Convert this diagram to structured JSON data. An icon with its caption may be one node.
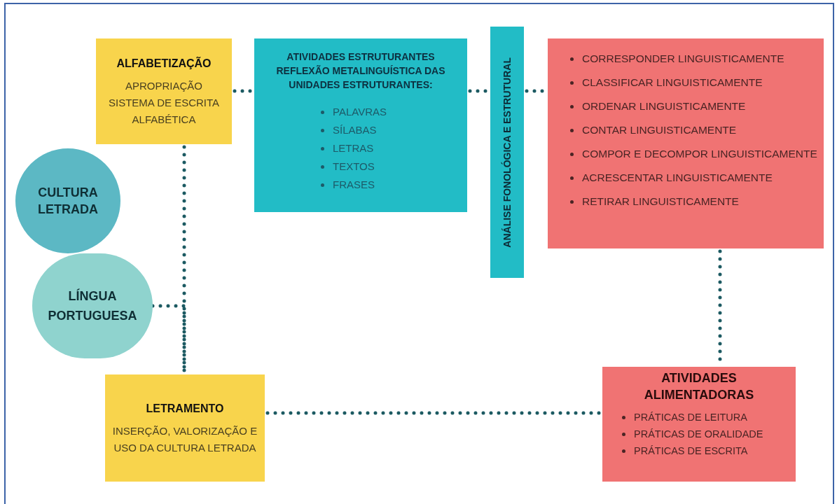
{
  "diagram": {
    "nodes": [
      {
        "text": [
          "ALFABETIZAÇÃO",
          "APROPRIAÇÃO SISTEMA DE ESCRITA ALFABÉTICA"
        ]
      },
      {
        "text": [
          "ATIVIDADES ESTRUTURANTES REFLEXÃO METALINGUÍSTICA DAS UNIDADES ESTRUTURANTES:",
          "PALAVRAS",
          "SÍLABAS",
          "LETRAS",
          "TEXTOS",
          "FRASES"
        ]
      },
      {
        "text": [
          "ANÁLISE FONOLÓGICA E ESTRUTURAL"
        ]
      },
      {
        "text": [
          "CORRESPONDER LINGUISTICAMENTE",
          "CLASSIFICAR LINGUISTICAMENTE",
          "ORDENAR LINGUISTICAMENTE",
          "CONTAR LINGUISTICAMENTE",
          "COMPOR E DECOMPOR LINGUISTICAMENTE",
          "ACRESCENTAR LINGUISTICAMENTE",
          "RETIRAR LINGUISTICAMENTE"
        ]
      },
      {
        "text": [
          "CULTURA LETRADA"
        ]
      },
      {
        "text": [
          "LÍNGUA PORTUGUESA"
        ]
      },
      {
        "text": [
          "LETRAMENTO",
          "INSERÇÃO, VALORIZAÇÃO E USO DA CULTURA LETRADA"
        ]
      },
      {
        "text": [
          "ATIVIDADES ALIMENTADORAS",
          "PRÁTICAS DE LEITURA",
          "PRÁTICAS DE ORALIDADE",
          "PRÁTICAS DE ESCRITA"
        ]
      }
    ],
    "edges": [
      {
        "from": 0,
        "to": 1,
        "arrow": "none"
      },
      {
        "from": 1,
        "to": 2,
        "arrow": "none"
      },
      {
        "from": 2,
        "to": 3,
        "arrow": "none"
      },
      {
        "from": 0,
        "to": 6,
        "arrow": "none"
      },
      {
        "from": 5,
        "to": 6,
        "arrow": "none"
      },
      {
        "from": 3,
        "to": 7,
        "arrow": "none"
      },
      {
        "from": 6,
        "to": 7,
        "arrow": "none"
      }
    ]
  }
}
